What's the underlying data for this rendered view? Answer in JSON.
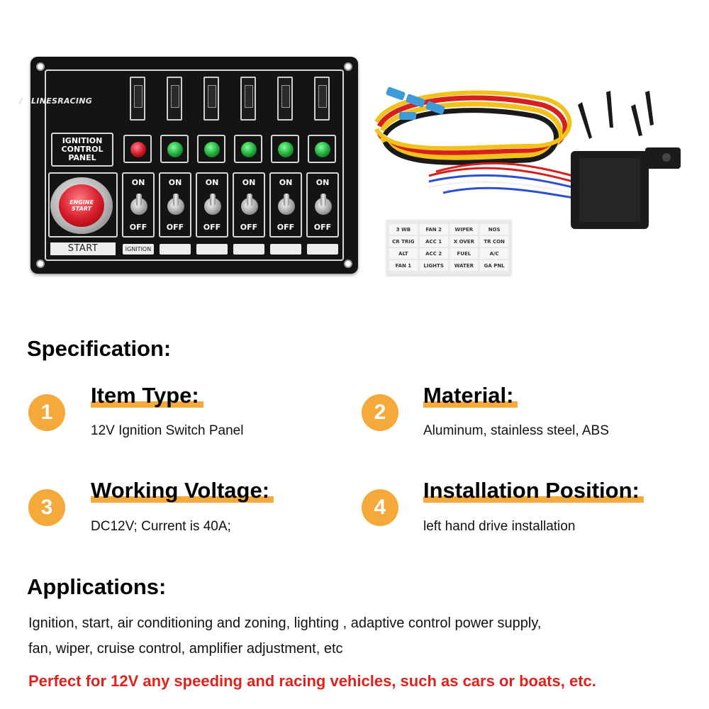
{
  "panel": {
    "brand": "LINESRACING",
    "ignition_box": [
      "IGNITION",
      "CONTROL",
      "PANEL"
    ],
    "engine_start": [
      "ENGINE",
      "START"
    ],
    "start_label": "START",
    "toggles": [
      {
        "on": "ON",
        "off": "OFF",
        "label": "IGNITION",
        "led": "red"
      },
      {
        "on": "ON",
        "off": "OFF",
        "label": "",
        "led": "green"
      },
      {
        "on": "ON",
        "off": "OFF",
        "label": "",
        "led": "green"
      },
      {
        "on": "ON",
        "off": "OFF",
        "label": "",
        "led": "green"
      },
      {
        "on": "ON",
        "off": "OFF",
        "label": "",
        "led": "green"
      },
      {
        "on": "ON",
        "off": "OFF",
        "label": "",
        "led": "green"
      }
    ]
  },
  "stickers": [
    "3 WB",
    "FAN 2",
    "WIPER",
    "NOS",
    "CR TRIG",
    "ACC 1",
    "X OVER",
    "TR CON",
    "ALT",
    "ACC 2",
    "FUEL",
    "A/C",
    "FAN 1",
    "LIGHTS",
    "WATER",
    "GA PNL"
  ],
  "spec": {
    "heading": "Specification:",
    "items": [
      {
        "num": "1",
        "title": "Item Type:",
        "desc": "12V Ignition Switch Panel"
      },
      {
        "num": "2",
        "title": "Material:",
        "desc": "Aluminum, stainless steel, ABS"
      },
      {
        "num": "3",
        "title": "Working Voltage:",
        "desc": "DC12V; Current is 40A;"
      },
      {
        "num": "4",
        "title": "Installation Position:",
        "desc": "left hand drive installation"
      }
    ]
  },
  "applications": {
    "heading": "Applications:",
    "line1": "Ignition, start, air conditioning and zoning, lighting , adaptive control power supply,",
    "line2": "fan, wiper, cruise control, amplifier adjustment, etc",
    "perfect": "Perfect for 12V any speeding and racing vehicles, such as cars or boats, etc."
  },
  "colors": {
    "accent": "#f4a93a",
    "highlight_red": "#e0221d"
  }
}
